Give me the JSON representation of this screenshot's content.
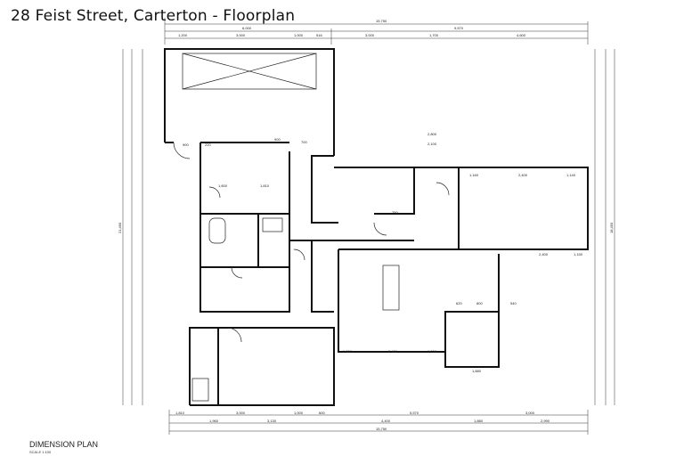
{
  "title": "28 Feist Street, Carterton - Floorplan",
  "plan_label": "DIMENSION PLAN",
  "plan_scale": "SCALE 1:100",
  "dimensions": {
    "top_total": "15,750",
    "top_chain1": [
      "6,000",
      "9,570"
    ],
    "top_chain2": [
      "1,200",
      "3,000",
      "1,000",
      "516",
      "3,000",
      "1,700",
      "4,600"
    ],
    "bottom_chain1": [
      "1,810",
      "3,000",
      "1,000",
      "600",
      "5,570",
      "3,000"
    ],
    "bottom_chain2": [
      "1,960",
      "3,130",
      "4,400",
      "1,880",
      "2,990"
    ],
    "bottom_total": "15,750",
    "left_total": "21,490",
    "right_total": "18,450",
    "interior": [
      "900",
      "220",
      "700",
      "900",
      "1,600",
      "1,810",
      "2,800",
      "2,100",
      "750",
      "1,160",
      "2,400",
      "1,140",
      "2,400",
      "1,150",
      "620",
      "800",
      "540",
      "1,000",
      "2,400",
      "1,000",
      "1,880"
    ]
  }
}
